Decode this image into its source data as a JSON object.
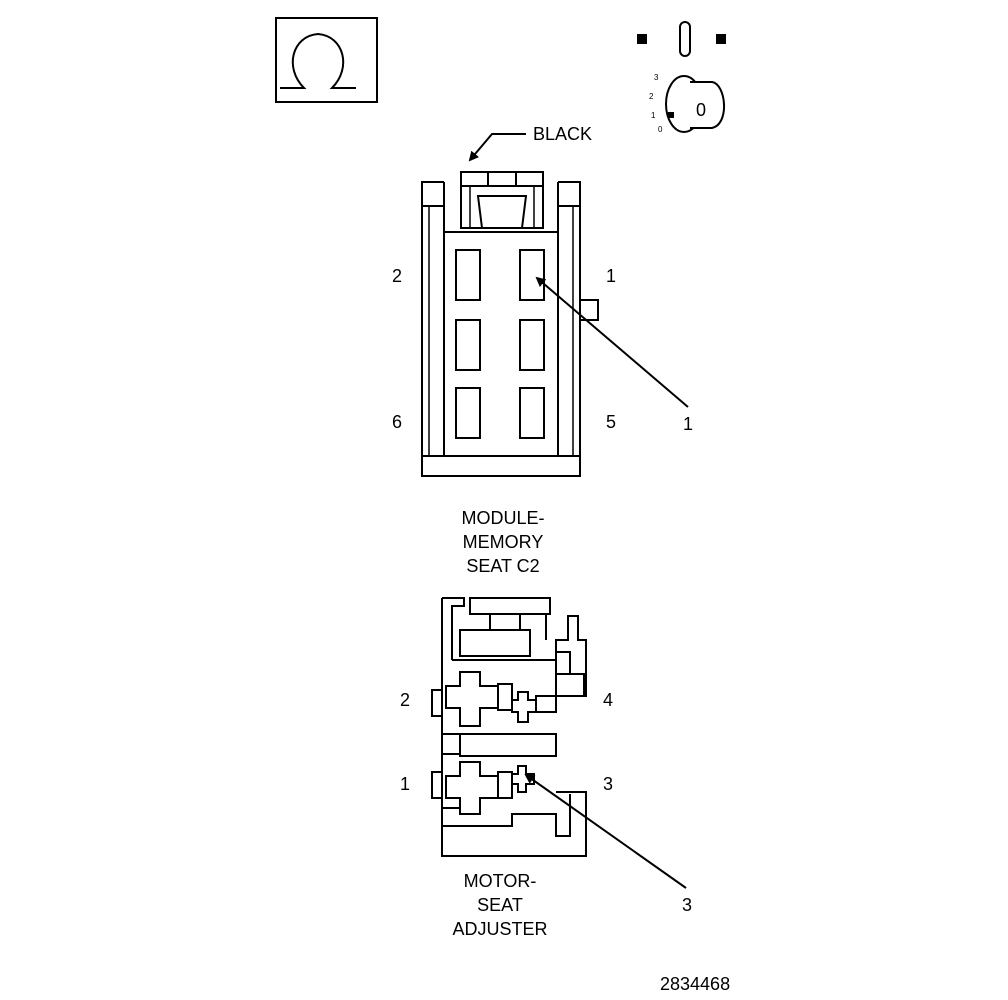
{
  "color_label": "BLACK",
  "module": {
    "pins": [
      "2",
      "1",
      "6",
      "5"
    ],
    "callout": "1",
    "name_lines": [
      "MODULE-",
      "MEMORY",
      "SEAT C2"
    ]
  },
  "motor": {
    "pins": [
      "2",
      "4",
      "1",
      "3"
    ],
    "callout": "3",
    "name_lines": [
      "MOTOR-",
      "SEAT",
      "ADJUSTER"
    ]
  },
  "ignition": {
    "positions": [
      "3",
      "2",
      "1",
      "0"
    ],
    "key_label": "0"
  },
  "figure_number": "2834468"
}
